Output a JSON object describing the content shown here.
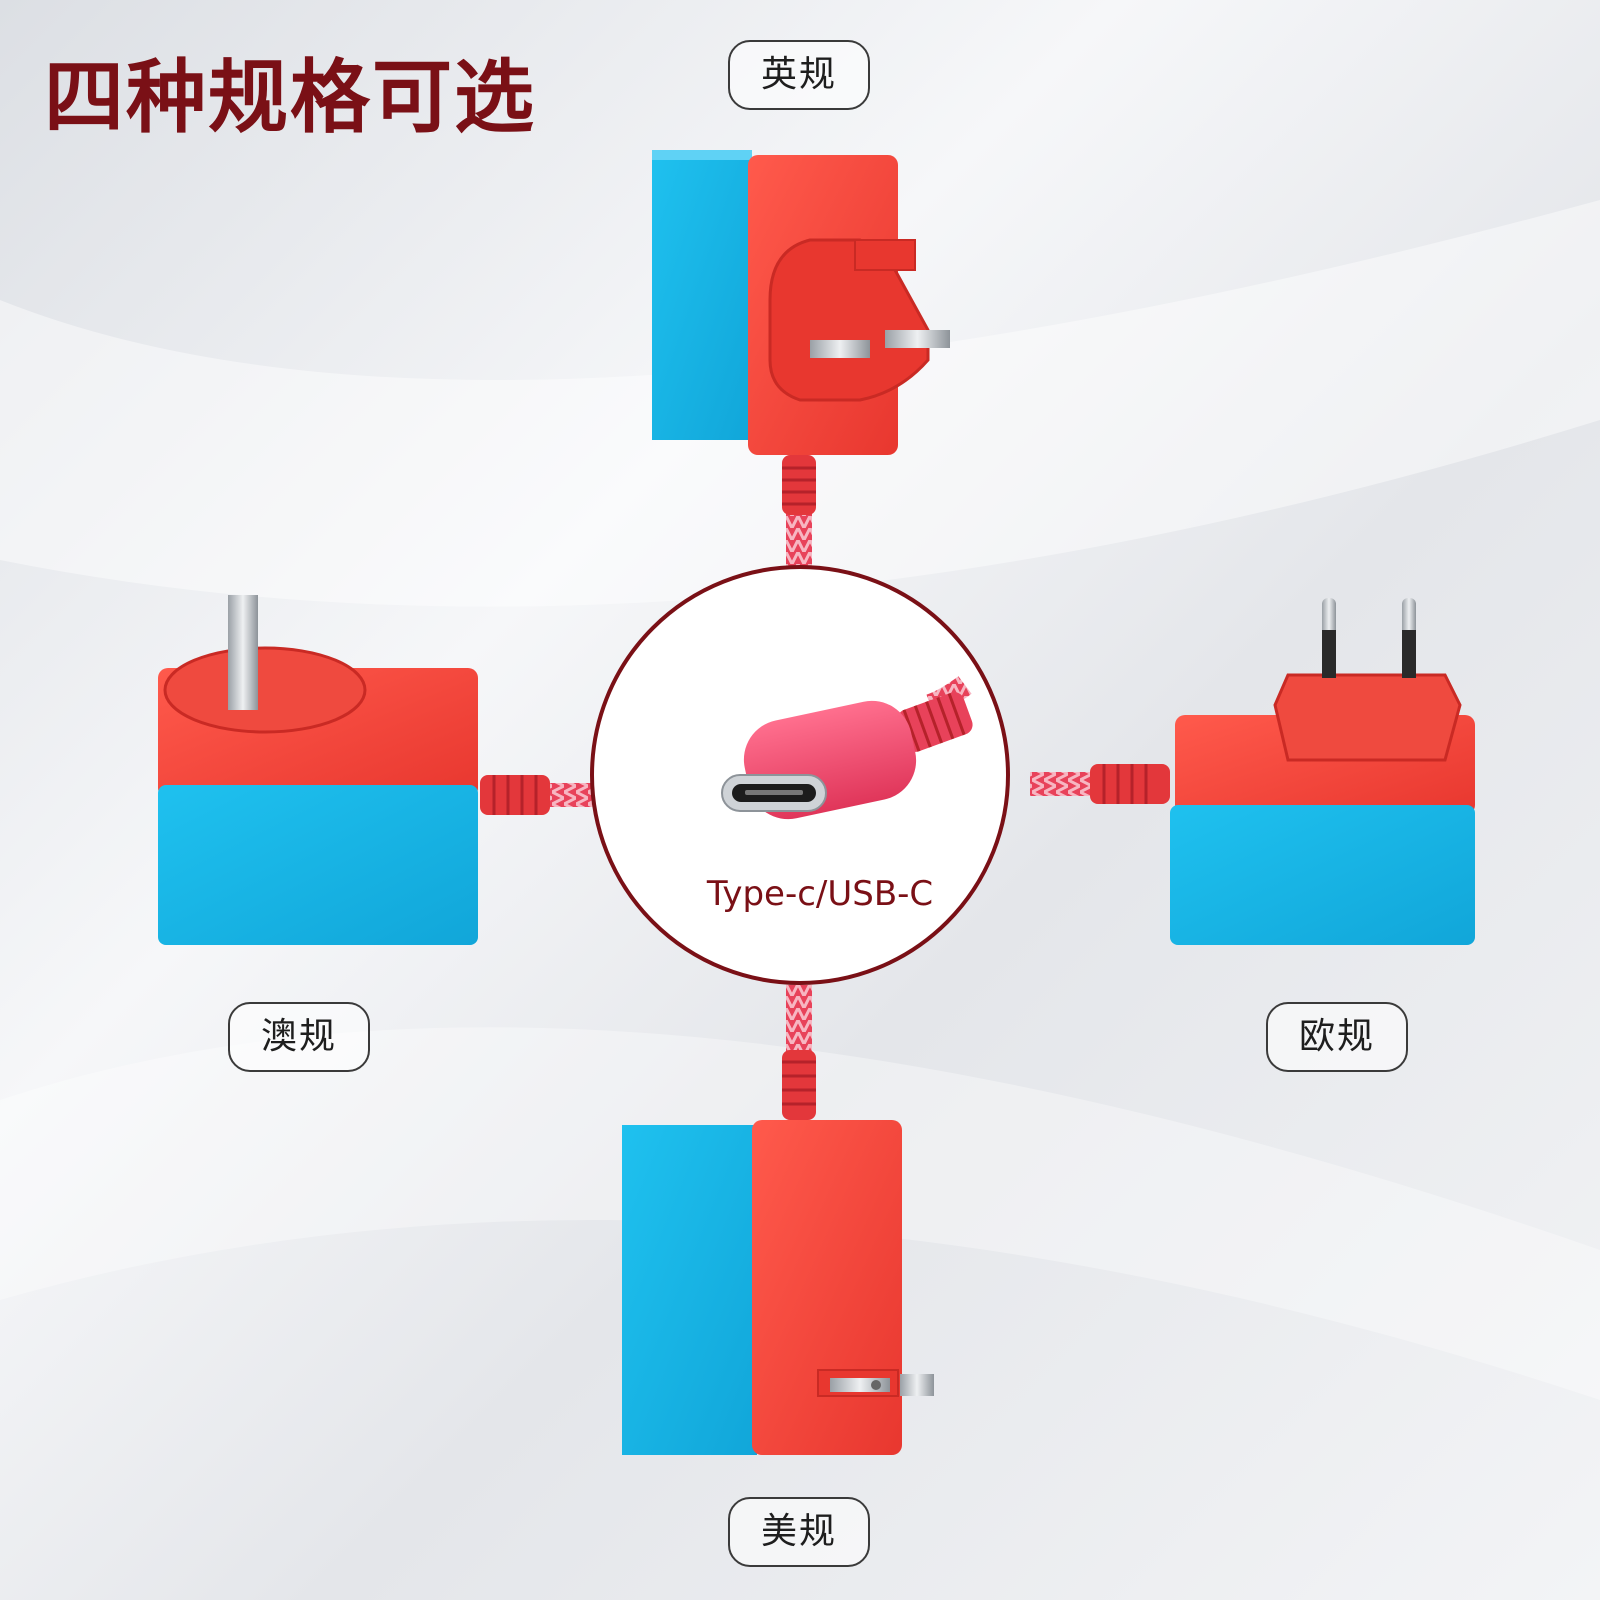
{
  "title": "四种规格可选",
  "center": {
    "caption": "Type-c/USB-C",
    "icon": "usb-c-plug-icon"
  },
  "regions": {
    "uk": {
      "label": "英规",
      "icon": "uk-plug-adapter-icon"
    },
    "au": {
      "label": "澳规",
      "icon": "au-plug-adapter-icon"
    },
    "eu": {
      "label": "欧规",
      "icon": "eu-plug-adapter-icon"
    },
    "us": {
      "label": "美规",
      "icon": "us-plug-adapter-icon"
    }
  },
  "colors": {
    "title": "#7a1016",
    "body_red": "#f0463f",
    "body_blue": "#17b4e6",
    "cable": "#e8425a",
    "circle_border": "#7a1016"
  }
}
